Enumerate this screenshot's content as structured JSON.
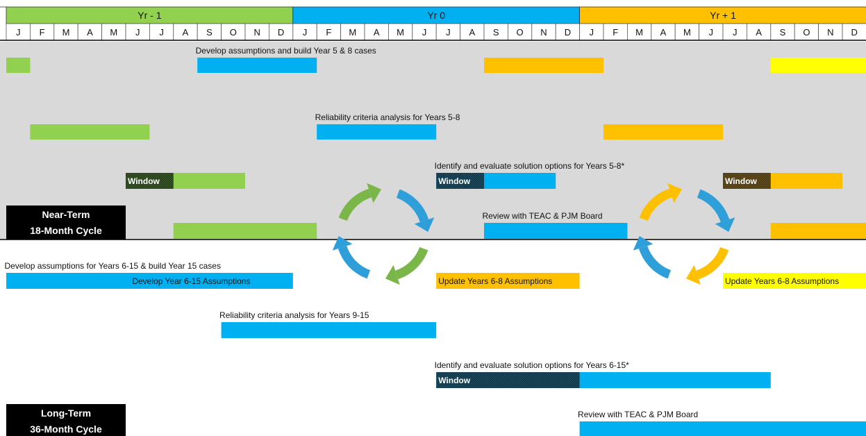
{
  "years": [
    "Yr - 1",
    "Yr 0",
    "Yr + 1"
  ],
  "months": [
    "J",
    "F",
    "M",
    "A",
    "M",
    "J",
    "J",
    "A",
    "S",
    "O",
    "N",
    "D",
    "J",
    "F",
    "M",
    "A",
    "M",
    "J",
    "J",
    "A",
    "S",
    "O",
    "N",
    "D",
    "J",
    "F",
    "M",
    "A",
    "M",
    "J",
    "J",
    "A",
    "S",
    "O",
    "N",
    "D"
  ],
  "colors": {
    "green": "#92d050",
    "blue": "#00b0f0",
    "orange": "#ffc000",
    "yellow": "#ffff00",
    "gray": "#d9d9d9",
    "arrow_blue": "#2e9fd8",
    "arrow_green": "#7ab648",
    "arrow_orange": "#ffc000"
  },
  "sections": {
    "near_term": {
      "line1": "Near-Term",
      "line2": "18-Month Cycle"
    },
    "long_term": {
      "line1": "Long-Term",
      "line2": "36-Month Cycle"
    }
  },
  "labels": [
    {
      "text": "Develop assumptions and build Year 5 & 8 cases",
      "month": 8.1,
      "row": "nt1"
    },
    {
      "text": "Reliability criteria analysis for Years 5-8",
      "month": 13.1,
      "row": "nt2"
    },
    {
      "text": "Identify and evaluate solution options for Years 5-8*",
      "month": 18.1,
      "row": "nt3"
    },
    {
      "text": "Review with TEAC & PJM Board",
      "month": 20.1,
      "row": "nt4"
    },
    {
      "text": "Develop assumptions for Years 6-15 & build Year 15 cases",
      "month": 0.1,
      "row": "lt1"
    },
    {
      "text": "Reliability criteria analysis for Years 9-15",
      "month": 9.1,
      "row": "lt2"
    },
    {
      "text": "Identify and evaluate solution options for Years 6-15*",
      "month": 18.1,
      "row": "lt3"
    },
    {
      "text": "Review with TEAC & PJM Board",
      "month": 24.1,
      "row": "lt4"
    }
  ],
  "bars": [
    {
      "row": "nt1",
      "start": 0,
      "end": 1,
      "color": "green"
    },
    {
      "row": "nt1",
      "start": 8,
      "end": 13,
      "color": "blue"
    },
    {
      "row": "nt1",
      "start": 20,
      "end": 25,
      "color": "orange"
    },
    {
      "row": "nt1",
      "start": 32,
      "end": 36,
      "color": "yellow"
    },
    {
      "row": "nt2",
      "start": 1,
      "end": 6,
      "color": "green"
    },
    {
      "row": "nt2",
      "start": 13,
      "end": 18,
      "color": "blue"
    },
    {
      "row": "nt2",
      "start": 25,
      "end": 30,
      "color": "orange"
    },
    {
      "row": "nt3",
      "start": 5,
      "end": 10,
      "color": "green",
      "window": 2
    },
    {
      "row": "nt3",
      "start": 18,
      "end": 23,
      "color": "blue",
      "window": 2
    },
    {
      "row": "nt3",
      "start": 30,
      "end": 35,
      "color": "orange",
      "window": 2
    },
    {
      "row": "nt4",
      "start": 7,
      "end": 13,
      "color": "green"
    },
    {
      "row": "nt4",
      "start": 20,
      "end": 26,
      "color": "blue"
    },
    {
      "row": "nt4",
      "start": 32,
      "end": 36,
      "color": "orange"
    },
    {
      "row": "lt1",
      "start": 0,
      "end": 12,
      "color": "blue",
      "label": "Develop Year 6-15 Assumptions",
      "align": "center"
    },
    {
      "row": "lt1",
      "start": 18,
      "end": 24,
      "color": "orange",
      "label": "Update Years 6-8 Assumptions"
    },
    {
      "row": "lt1",
      "start": 30,
      "end": 36,
      "color": "yellow",
      "label": "Update Years 6-8 Assumptions"
    },
    {
      "row": "lt2",
      "start": 9,
      "end": 18,
      "color": "blue"
    },
    {
      "row": "lt3",
      "start": 18,
      "end": 32,
      "color": "blue",
      "window": 6
    },
    {
      "row": "lt4",
      "start": 24,
      "end": 36,
      "color": "blue"
    }
  ],
  "window_label": "Window"
}
